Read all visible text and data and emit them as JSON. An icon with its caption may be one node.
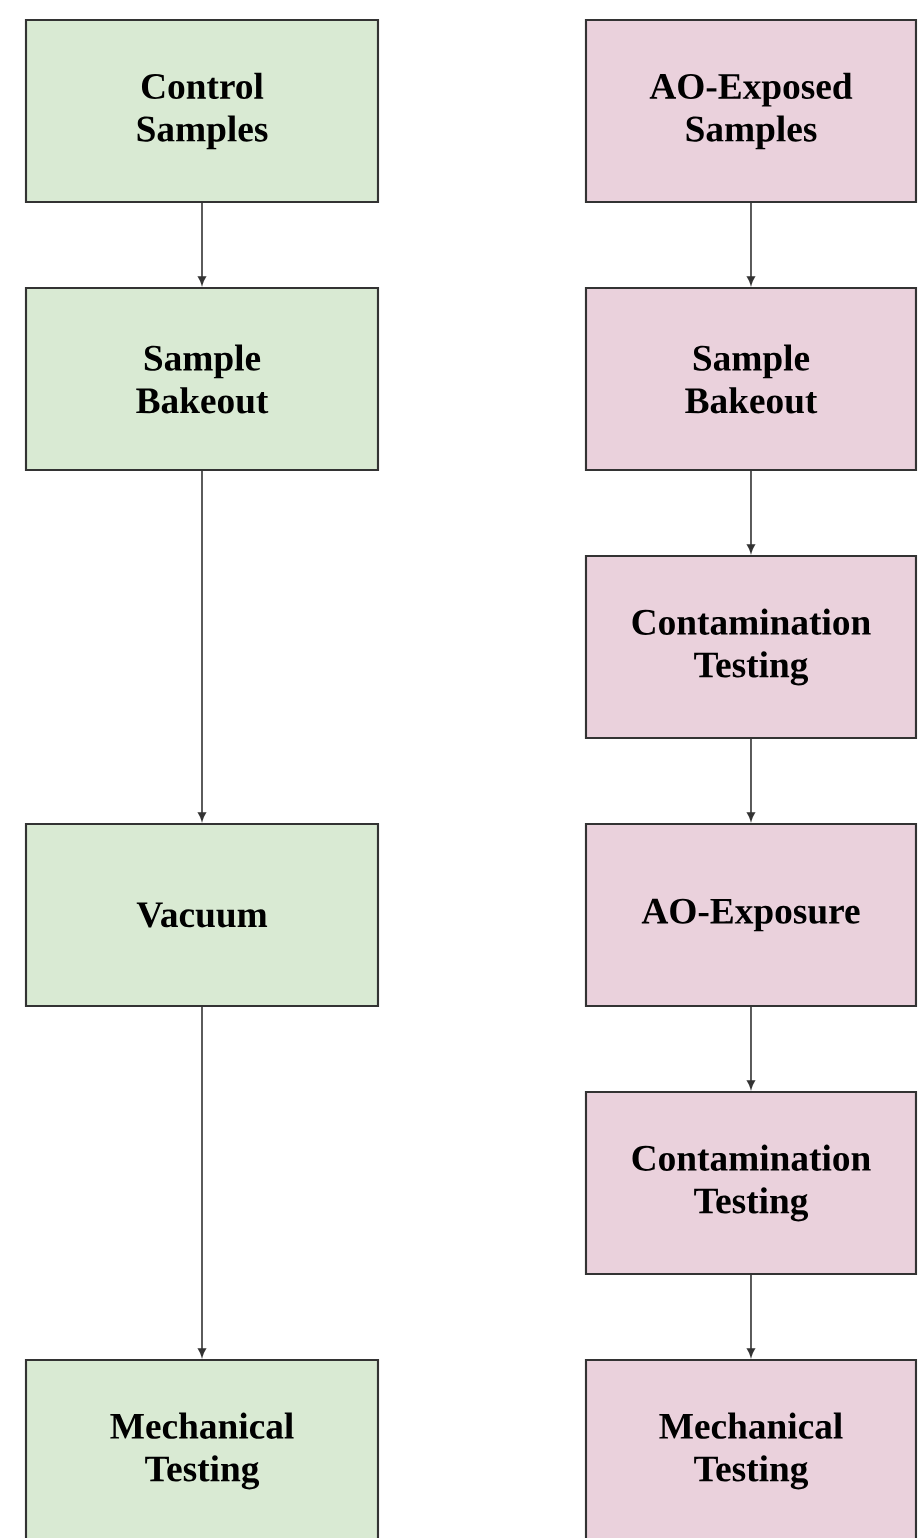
{
  "diagram": {
    "nodes": [
      {
        "text": [
          "Control Samples"
        ]
      },
      {
        "text": [
          "Sample Bakeout"
        ]
      },
      {
        "text": [
          "Vacuum"
        ]
      },
      {
        "text": [
          "Mechanical Testing"
        ]
      },
      {
        "text": [
          "AO-Exposed Samples"
        ]
      },
      {
        "text": [
          "Sample Bakeout"
        ]
      },
      {
        "text": [
          "Contamination Testing"
        ]
      },
      {
        "text": [
          "AO-Exposure"
        ]
      },
      {
        "text": [
          "Contamination Testing"
        ]
      },
      {
        "text": [
          "Mechanical Testing"
        ]
      }
    ],
    "edges": [
      {
        "from": 0,
        "to": 1,
        "arrow": "to"
      },
      {
        "from": 1,
        "to": 2,
        "arrow": "to"
      },
      {
        "from": 2,
        "to": 3,
        "arrow": "to"
      },
      {
        "from": 4,
        "to": 5,
        "arrow": "to"
      },
      {
        "from": 5,
        "to": 6,
        "arrow": "to"
      },
      {
        "from": 6,
        "to": 7,
        "arrow": "to"
      },
      {
        "from": 7,
        "to": 8,
        "arrow": "to"
      },
      {
        "from": 8,
        "to": 9,
        "arrow": "to"
      }
    ]
  }
}
